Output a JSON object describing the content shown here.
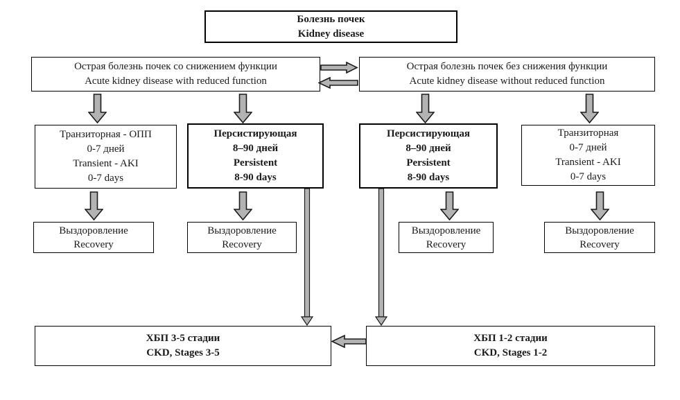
{
  "diagram": {
    "boxes": {
      "kidney_disease": {
        "lines": [
          "Болезнь почек",
          "Kidney disease"
        ]
      },
      "acute_with_reduced_function": {
        "lines": [
          "Острая болезнь почек  со снижением функции",
          "Acute kidney disease with reduced function"
        ]
      },
      "acute_without_reduced_function": {
        "lines": [
          "Острая болезнь почек без снижения функции",
          "Acute kidney disease without reduced function"
        ]
      },
      "transient_aki_left": {
        "lines": [
          "Транзиторная - ОПП",
          "0-7 дней",
          "Transient - AKI",
          "0-7 days"
        ]
      },
      "persistent_left": {
        "lines": [
          "Персистирующая",
          "8–90 дней",
          "Persistent",
          "8-90 days"
        ]
      },
      "persistent_right": {
        "lines": [
          "Персистирующая",
          "8–90 дней",
          "Persistent",
          "8-90 days"
        ]
      },
      "transient_right": {
        "lines": [
          "Транзиторная",
          "0-7 дней",
          "Transient - AKI",
          "0-7 days"
        ]
      },
      "recovery_1": {
        "lines": [
          "Выздоровление",
          "Recovery"
        ]
      },
      "recovery_2": {
        "lines": [
          "Выздоровление",
          "Recovery"
        ]
      },
      "recovery_3": {
        "lines": [
          "Выздоровление",
          "Recovery"
        ]
      },
      "recovery_4": {
        "lines": [
          "Выздоровление",
          "Recovery"
        ]
      },
      "ckd_stages_3_5": {
        "lines": [
          "ХБП 3-5 стадии",
          "CKD, Stages 3-5"
        ]
      },
      "ckd_stages_1_2": {
        "lines": [
          "ХБП 1-2 стадии",
          "CKD, Stages 1-2"
        ]
      }
    },
    "colors": {
      "background": "#ffffff",
      "box_border": "#000000",
      "text": "#1a1a1a",
      "arrow_fill": "#b3b3b3",
      "arrow_outline": "#1a1a1a"
    }
  }
}
